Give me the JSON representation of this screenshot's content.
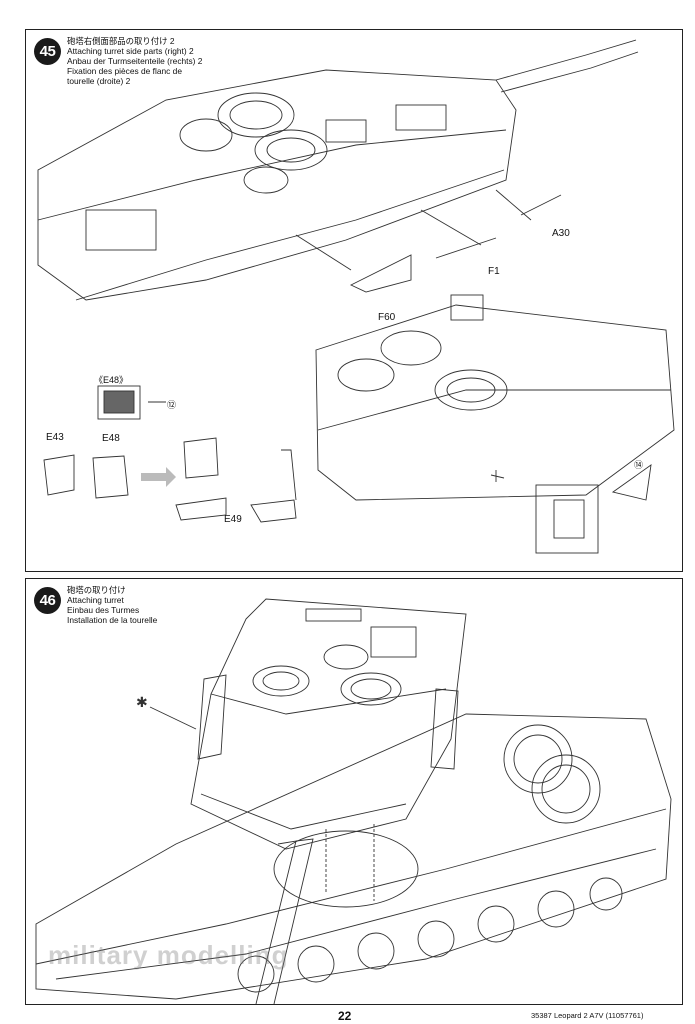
{
  "step45": {
    "number": "45",
    "title_ja": "砲塔右側面部品の取り付け 2",
    "title_en": "Attaching turret side parts (right) 2",
    "title_de": "Anbau der Turmseitenteile (rechts) 2",
    "title_fr_1": "Fixation des pièces de flanc de",
    "title_fr_2": "tourelle (droite) 2",
    "parts": {
      "a30": "A30",
      "f1": "F1",
      "f60": "F60",
      "e48_box": "《E48》",
      "e43": "E43",
      "e48": "E48",
      "e49": "E49"
    },
    "callouts": {
      "twelve": "⑫",
      "fourteen": "⑭"
    }
  },
  "step46": {
    "number": "46",
    "title_ja": "砲塔の取り付け",
    "title_en": "Attaching turret",
    "title_de": "Einbau des Turmes",
    "title_fr": "Installation de la tourelle"
  },
  "page": {
    "number": "22",
    "footer": "35387 Leopard 2 A7V (11057761)",
    "watermark": "military modelling"
  }
}
